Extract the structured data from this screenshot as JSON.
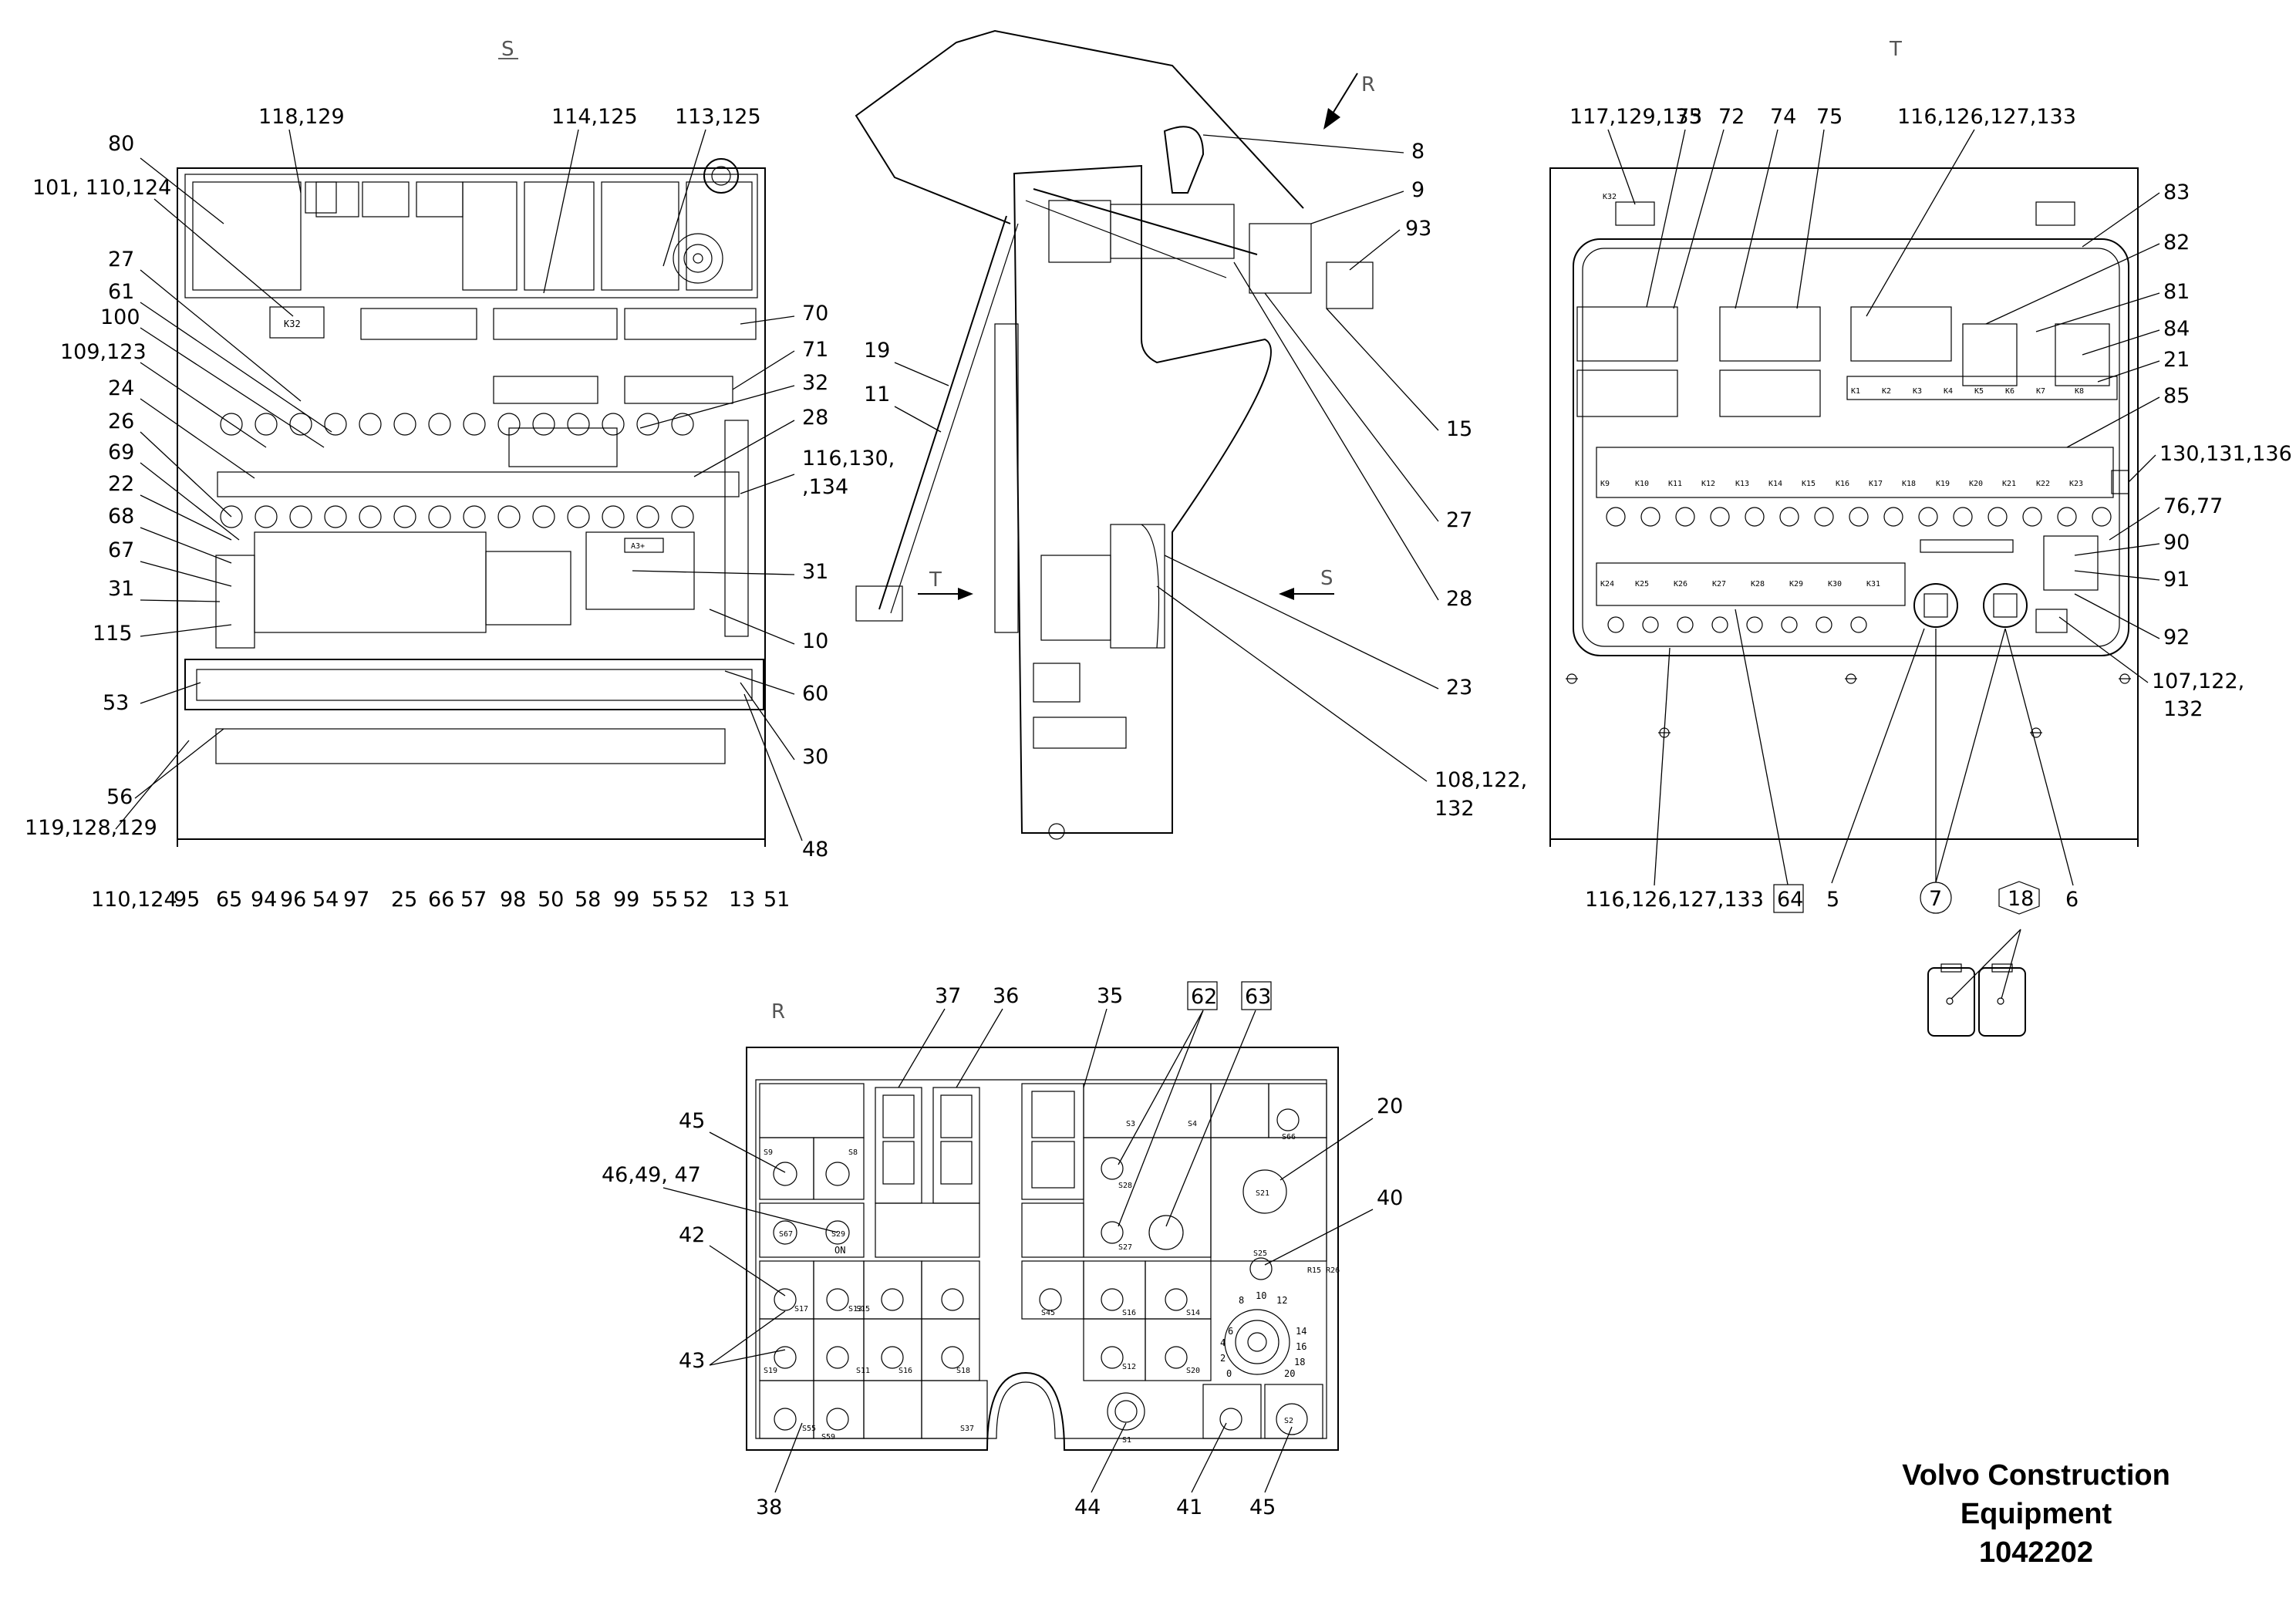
{
  "views": {
    "s_label": "S",
    "t_label": "T",
    "r_label": "R"
  },
  "stamp": {
    "company_line1": "Volvo Construction",
    "company_line2": "Equipment",
    "drawing_number": "1042202"
  },
  "arrows": {
    "r": "R",
    "t": "T",
    "s": "S"
  },
  "view_s": {
    "top": [
      "118,129",
      "114,125",
      "113,125"
    ],
    "left": [
      "80",
      "101, 110,124",
      "27",
      "61",
      "100",
      "109,123",
      "24",
      "26",
      "69",
      "22",
      "68",
      "67",
      "31",
      "115",
      "53",
      "56",
      "119,128,129"
    ],
    "right": [
      "70",
      "71",
      "32",
      "28",
      "116,130,",
      ",134",
      "31",
      "10",
      "60",
      "30",
      "48"
    ],
    "bottom": [
      "110,124",
      "95",
      "65",
      "94",
      "96",
      "54",
      "97",
      "25",
      "66",
      "57",
      "98",
      "50",
      "58",
      "99",
      "55",
      "52",
      "13",
      "51"
    ],
    "relay": "K32",
    "box": "A3+"
  },
  "view_side": {
    "right": [
      "8",
      "9",
      "93",
      "15",
      "27",
      "28",
      "23",
      "108,122,",
      "132"
    ],
    "left": [
      "19",
      "11"
    ]
  },
  "view_t": {
    "top": [
      "117,129,135",
      "73",
      "72",
      "74",
      "75",
      "116,126,127,133"
    ],
    "right": [
      "83",
      "82",
      "81",
      "84",
      "21",
      "85",
      "130,131,136",
      "76,77",
      "90",
      "91",
      "92",
      "107,122,",
      "132"
    ],
    "bottom": [
      "116,126,127,133",
      "64",
      "5",
      "7",
      "18",
      "6"
    ],
    "relays_row1": [
      "K9",
      "K10",
      "K11",
      "K12",
      "K13",
      "K14",
      "K15",
      "K16",
      "K17",
      "K18",
      "K19",
      "K20",
      "K21",
      "K22",
      "K23"
    ],
    "relays_row2": [
      "K24",
      "K25",
      "K26",
      "K27",
      "K28",
      "K29",
      "K30",
      "K31"
    ],
    "relays_small": [
      "K1",
      "K2",
      "K3",
      "K4",
      "K5",
      "K6",
      "K7",
      "K8"
    ]
  },
  "view_r": {
    "top": [
      "37",
      "36",
      "35",
      "62",
      "63"
    ],
    "left": [
      "45",
      "46,49, 47",
      "42",
      "43"
    ],
    "right": [
      "20",
      "40"
    ],
    "bottom": [
      "38",
      "44",
      "41",
      "45"
    ],
    "panel_tags": [
      "S9",
      "S8",
      "S67",
      "S29",
      "S3",
      "S4",
      "S66",
      "S21",
      "S28",
      "S27",
      "S25",
      "S17",
      "S13",
      "S15",
      "S45",
      "S16",
      "S14",
      "S19",
      "S11",
      "S16",
      "S18",
      "S12",
      "S20",
      "S55",
      "S59",
      "S37",
      "S1",
      "S2"
    ],
    "on_text": "ON",
    "dial_tag": "R15 R26",
    "dial_numbers": [
      "6",
      "8",
      "10",
      "12",
      "4",
      "14",
      "2",
      "16",
      "0",
      "18",
      "20"
    ]
  }
}
